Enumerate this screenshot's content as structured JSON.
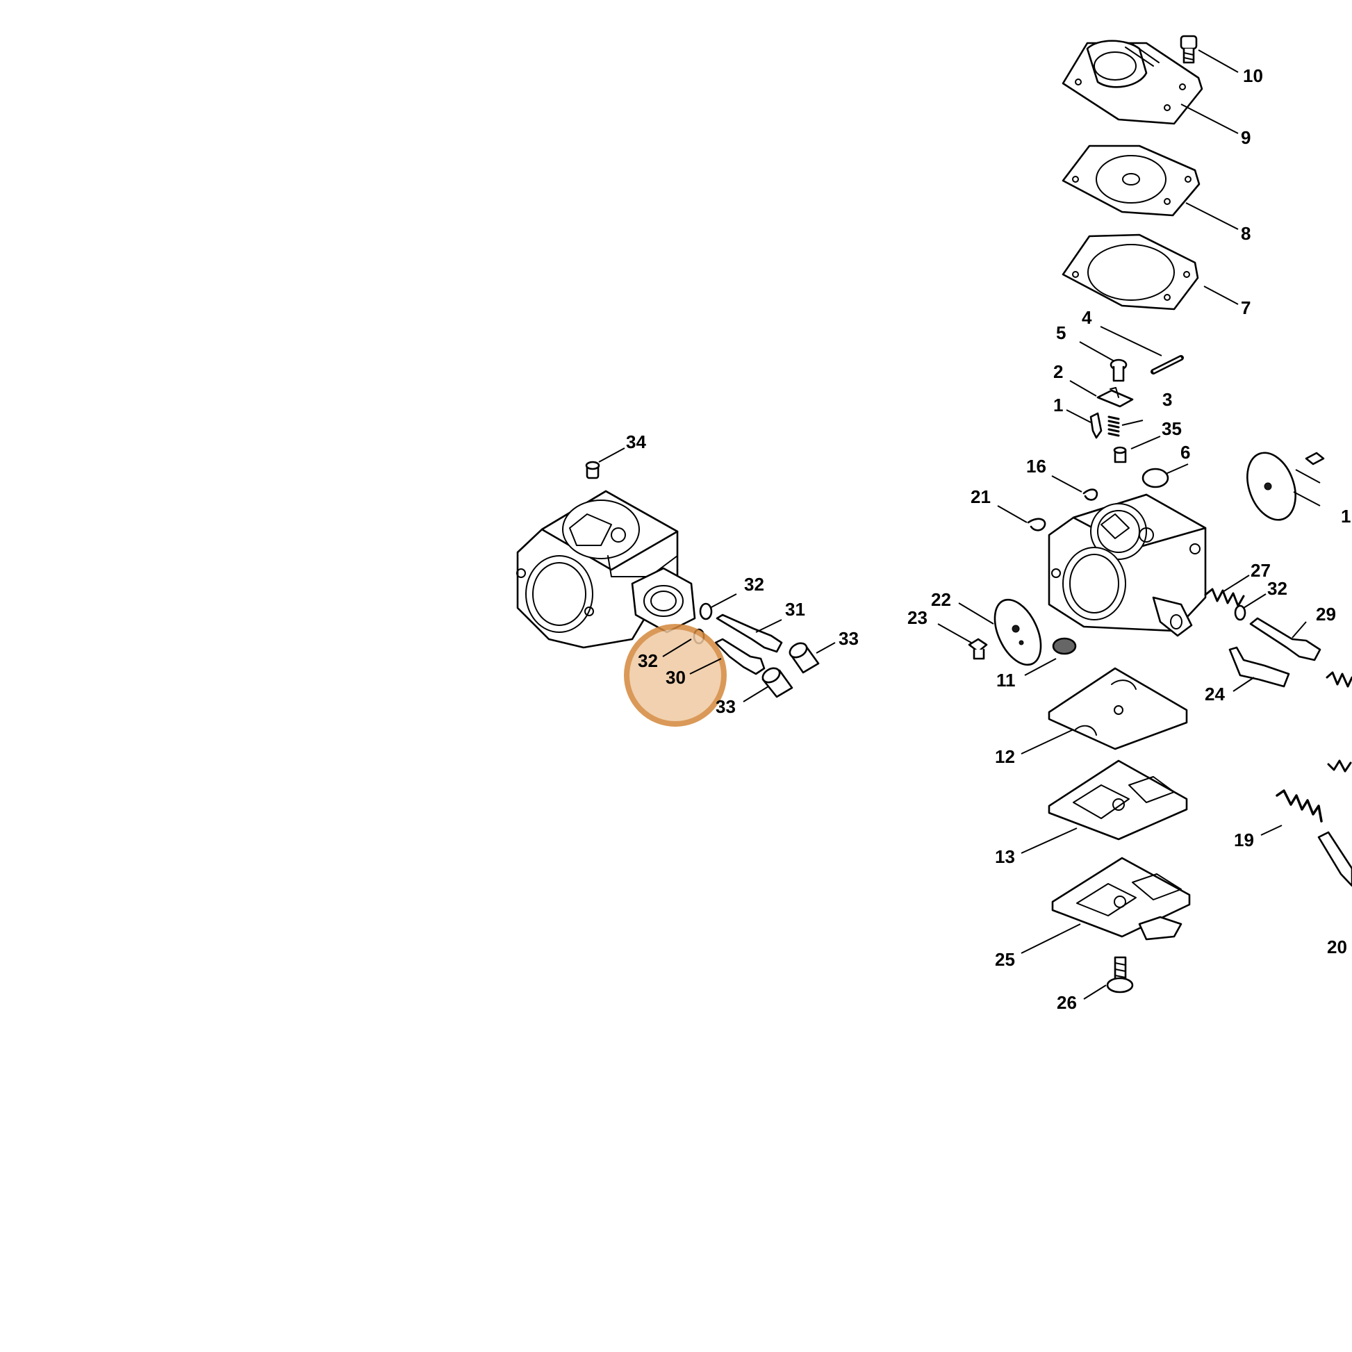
{
  "highlight": {
    "color": "#d4883c",
    "fill": "#efc9a3"
  },
  "callouts": [
    {
      "id": "c10",
      "text": "10"
    },
    {
      "id": "c9",
      "text": "9"
    },
    {
      "id": "c8",
      "text": "8"
    },
    {
      "id": "c7",
      "text": "7"
    },
    {
      "id": "c4",
      "text": "4"
    },
    {
      "id": "c5",
      "text": "5"
    },
    {
      "id": "c2",
      "text": "2"
    },
    {
      "id": "c3",
      "text": "3"
    },
    {
      "id": "c1",
      "text": "1"
    },
    {
      "id": "c35",
      "text": "35"
    },
    {
      "id": "c6",
      "text": "6"
    },
    {
      "id": "c16",
      "text": "16"
    },
    {
      "id": "c21",
      "text": "21"
    },
    {
      "id": "c1b",
      "text": "1"
    },
    {
      "id": "c34",
      "text": "34"
    },
    {
      "id": "c32a",
      "text": "32"
    },
    {
      "id": "c31",
      "text": "31"
    },
    {
      "id": "c33a",
      "text": "33"
    },
    {
      "id": "c32b",
      "text": "32"
    },
    {
      "id": "c30",
      "text": "30"
    },
    {
      "id": "c33b",
      "text": "33"
    },
    {
      "id": "c22",
      "text": "22"
    },
    {
      "id": "c23",
      "text": "23"
    },
    {
      "id": "c27",
      "text": "27"
    },
    {
      "id": "c32c",
      "text": "32"
    },
    {
      "id": "c29",
      "text": "29"
    },
    {
      "id": "c11",
      "text": "11"
    },
    {
      "id": "c24",
      "text": "24"
    },
    {
      "id": "c12",
      "text": "12"
    },
    {
      "id": "c13",
      "text": "13"
    },
    {
      "id": "c19",
      "text": "19"
    },
    {
      "id": "c25",
      "text": "25"
    },
    {
      "id": "c20",
      "text": "20"
    },
    {
      "id": "c26",
      "text": "26"
    }
  ]
}
